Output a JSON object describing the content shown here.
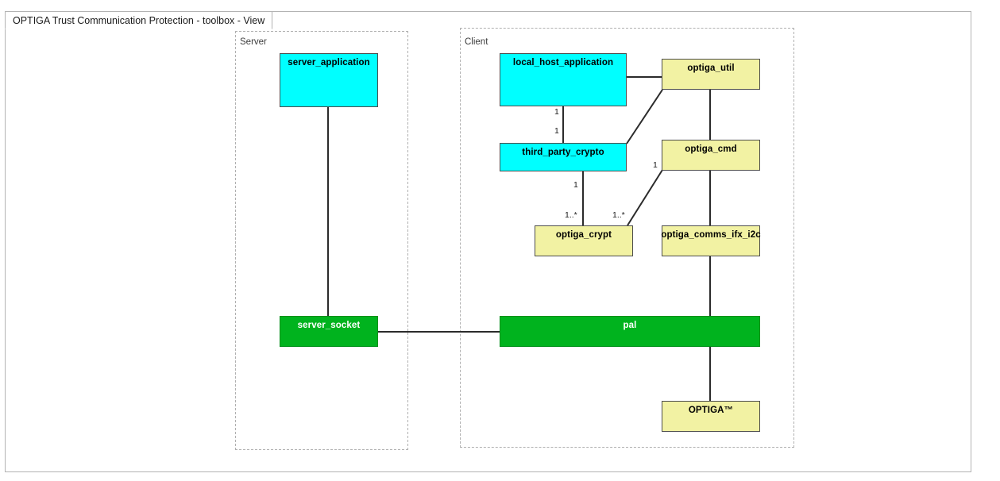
{
  "window": {
    "title": "OPTIGA Trust Communication Protection - toolbox - View"
  },
  "packages": [
    {
      "id": "server",
      "label": "Server"
    },
    {
      "id": "client",
      "label": "Client"
    }
  ],
  "nodes": [
    {
      "id": "server_application",
      "label": "server_application",
      "color": "cyan"
    },
    {
      "id": "local_host_application",
      "label": "local_host_application",
      "color": "cyan"
    },
    {
      "id": "optiga_util",
      "label": "optiga_util",
      "color": "yellow"
    },
    {
      "id": "third_party_crypto",
      "label": "third_party_crypto",
      "color": "cyan"
    },
    {
      "id": "optiga_cmd",
      "label": "optiga_cmd",
      "color": "yellow"
    },
    {
      "id": "optiga_crypt",
      "label": "optiga_crypt",
      "color": "yellow"
    },
    {
      "id": "optiga_comms_ifx_i2c",
      "label": "optiga_comms_ifx_i2c",
      "color": "yellow"
    },
    {
      "id": "server_socket",
      "label": "server_socket",
      "color": "green"
    },
    {
      "id": "pal",
      "label": "pal",
      "color": "green"
    },
    {
      "id": "optiga",
      "label": "OPTIGA™",
      "color": "yellow"
    }
  ],
  "multiplicities": [
    {
      "id": "m1",
      "label": "1",
      "edge": "local_host_application-third_party_crypto"
    },
    {
      "id": "m2",
      "label": "1",
      "edge": "local_host_application-third_party_crypto"
    },
    {
      "id": "m3",
      "label": "1",
      "edge": "third_party_crypto-optiga_crypt"
    },
    {
      "id": "m4",
      "label": "1..*",
      "edge": "third_party_crypto-optiga_crypt"
    },
    {
      "id": "m5",
      "label": "1..*",
      "edge": "optiga_cmd-optiga_crypt"
    },
    {
      "id": "m6",
      "label": "1",
      "edge": "optiga_cmd-optiga_crypt"
    }
  ],
  "colors": {
    "cyan": "#00ffff",
    "yellow": "#f2f2a3",
    "green": "#00b31e",
    "edge": "#2b2b2b",
    "package_border": "#b0b0b0",
    "frame_border": "#b3b3b3"
  }
}
